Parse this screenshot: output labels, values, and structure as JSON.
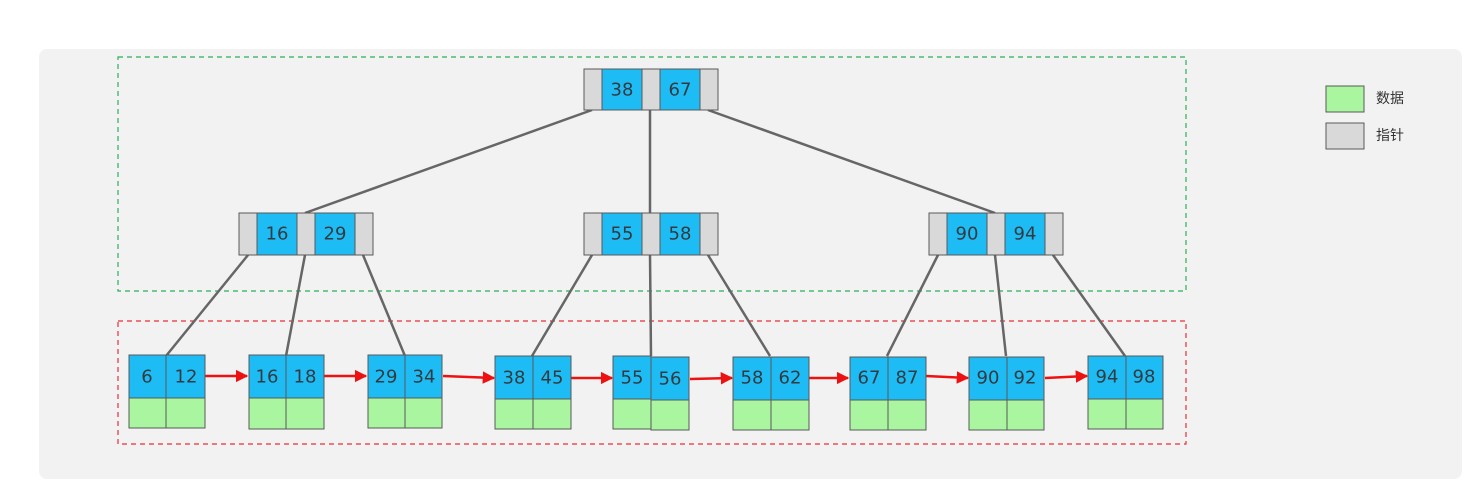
{
  "root": {
    "keys": [
      "38",
      "67"
    ]
  },
  "internal": [
    {
      "keys": [
        "16",
        "29"
      ]
    },
    {
      "keys": [
        "55",
        "58"
      ]
    },
    {
      "keys": [
        "90",
        "94"
      ]
    }
  ],
  "leaves": [
    {
      "keys": [
        "6",
        "12"
      ]
    },
    {
      "keys": [
        "16",
        "18"
      ]
    },
    {
      "keys": [
        "29",
        "34"
      ]
    },
    {
      "keys": [
        "38",
        "45"
      ]
    },
    {
      "keys": [
        "55",
        "56"
      ]
    },
    {
      "keys": [
        "58",
        "62"
      ]
    },
    {
      "keys": [
        "67",
        "87"
      ]
    },
    {
      "keys": [
        "90",
        "92"
      ]
    },
    {
      "keys": [
        "94",
        "98"
      ]
    }
  ],
  "legend": [
    {
      "label": "数据",
      "kind": "data",
      "color": "#a9f5a0"
    },
    {
      "label": "指针",
      "kind": "pointer",
      "color": "#d9d9d9"
    }
  ],
  "colors": {
    "key": "#1ebcf5",
    "pointer": "#d9d9d9",
    "data": "#a9f5a0",
    "internal_zone": "#2bb05a",
    "leaf_zone": "#e8303a",
    "leaf_link": "#ee1111"
  }
}
